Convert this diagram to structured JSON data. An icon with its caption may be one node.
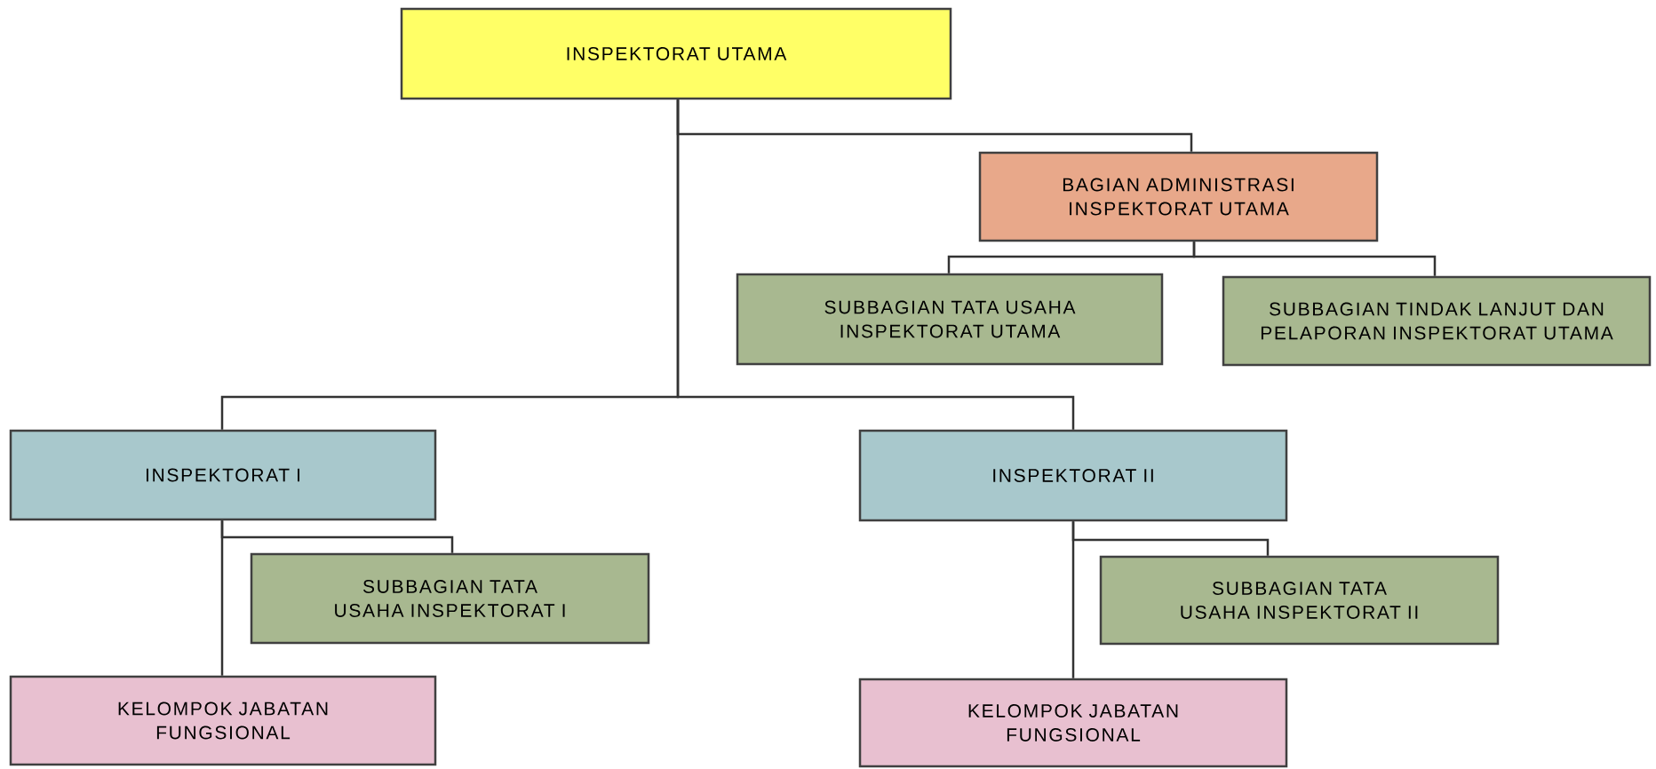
{
  "diagram": {
    "nodes": [
      {
        "text": [
          "INSPEKTORAT UTAMA"
        ]
      },
      {
        "text": [
          "BAGIAN ADMINISTRASI INSPEKTORAT UTAMA"
        ]
      },
      {
        "text": [
          "SUBBAGIAN TATA USAHA INSPEKTORAT UTAMA"
        ]
      },
      {
        "text": [
          "SUBBAGIAN TINDAK LANJUT DAN PELAPORAN INSPEKTORAT UTAMA"
        ]
      },
      {
        "text": [
          "INSPEKTORAT I"
        ]
      },
      {
        "text": [
          "INSPEKTORAT II"
        ]
      },
      {
        "text": [
          "SUBBAGIAN TATA USAHA INSPEKTORAT I"
        ]
      },
      {
        "text": [
          "SUBBAGIAN TATA USAHA INSPEKTORAT II"
        ]
      },
      {
        "text": [
          "KELOMPOK JABATAN FUNGSIONAL"
        ]
      },
      {
        "text": [
          "KELOMPOK JABATAN FUNGSIONAL"
        ]
      }
    ],
    "edges": [
      {
        "from": 0,
        "to": 1,
        "arrow": "none"
      },
      {
        "from": 1,
        "to": 2,
        "arrow": "none"
      },
      {
        "from": 1,
        "to": 3,
        "arrow": "none"
      },
      {
        "from": 0,
        "to": 4,
        "arrow": "none"
      },
      {
        "from": 0,
        "to": 5,
        "arrow": "none"
      },
      {
        "from": 4,
        "to": 6,
        "arrow": "none"
      },
      {
        "from": 4,
        "to": 8,
        "arrow": "none"
      },
      {
        "from": 5,
        "to": 7,
        "arrow": "none"
      },
      {
        "from": 5,
        "to": 9,
        "arrow": "none"
      }
    ]
  }
}
